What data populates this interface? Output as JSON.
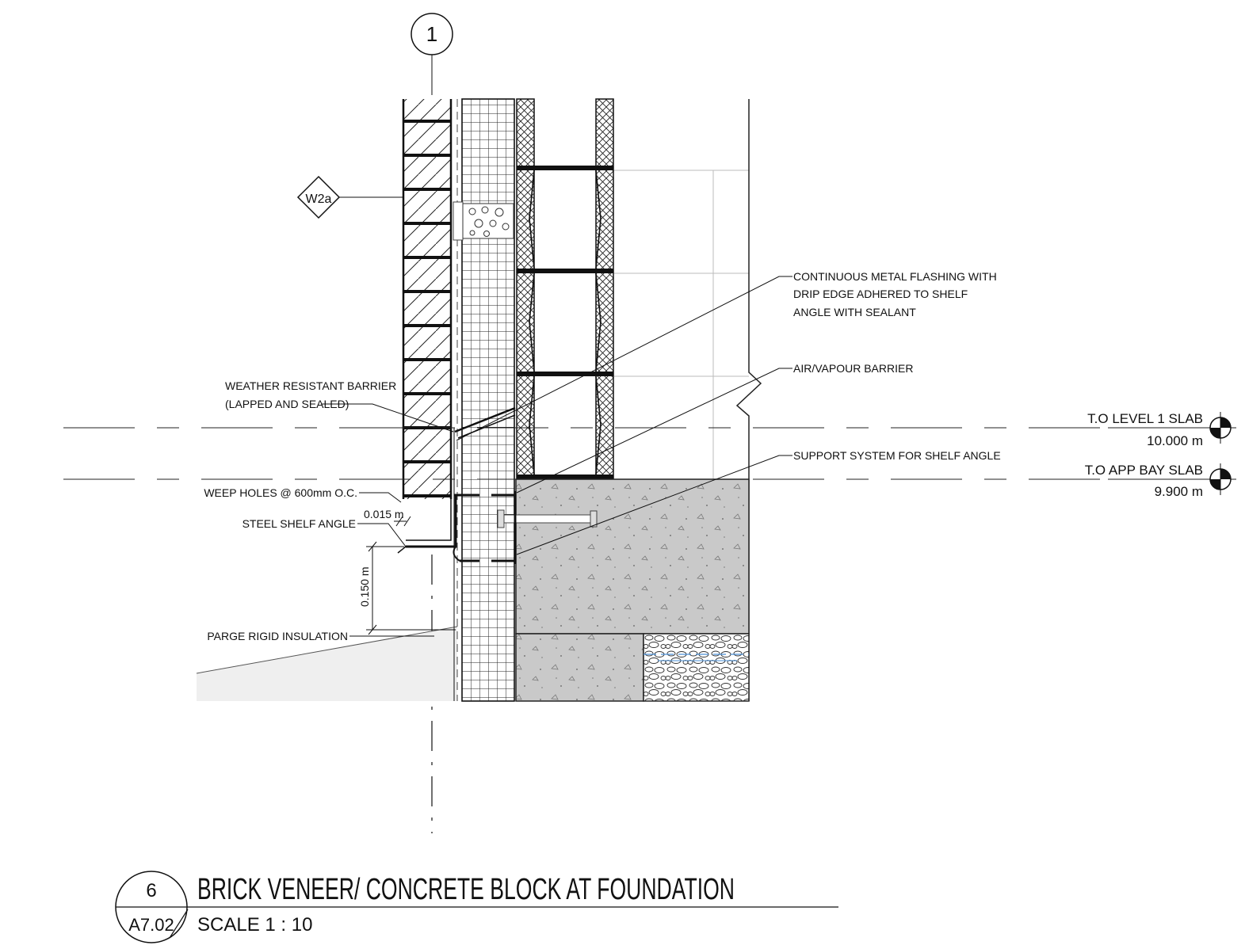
{
  "grid": {
    "label": "1"
  },
  "wall_tag": "W2a",
  "notes": {
    "flashing": [
      "CONTINUOUS METAL FLASHING WITH",
      "DRIP EDGE ADHERED TO SHELF",
      "ANGLE WITH SEALANT"
    ],
    "air_barrier": "AIR/VAPOUR BARRIER",
    "support": "SUPPORT SYSTEM FOR SHELF ANGLE",
    "wrb": [
      "WEATHER RESISTANT BARRIER",
      "(LAPPED AND SEALED)"
    ],
    "weep": "WEEP HOLES @ 600mm O.C.",
    "shelf_angle": "STEEL SHELF ANGLE",
    "parge": "PARGE RIGID INSULATION"
  },
  "dimensions": {
    "gap": "0.015 m",
    "height": "0.150 m"
  },
  "levels": [
    {
      "name": "T.O LEVEL 1 SLAB",
      "elevation": "10.000 m"
    },
    {
      "name": "T.O APP BAY SLAB",
      "elevation": "9.900 m"
    }
  ],
  "title_block": {
    "detail_number": "6",
    "sheet": "A7.02",
    "title": "BRICK VENEER/ CONCRETE BLOCK AT FOUNDATION",
    "scale": "SCALE   1 : 10"
  }
}
